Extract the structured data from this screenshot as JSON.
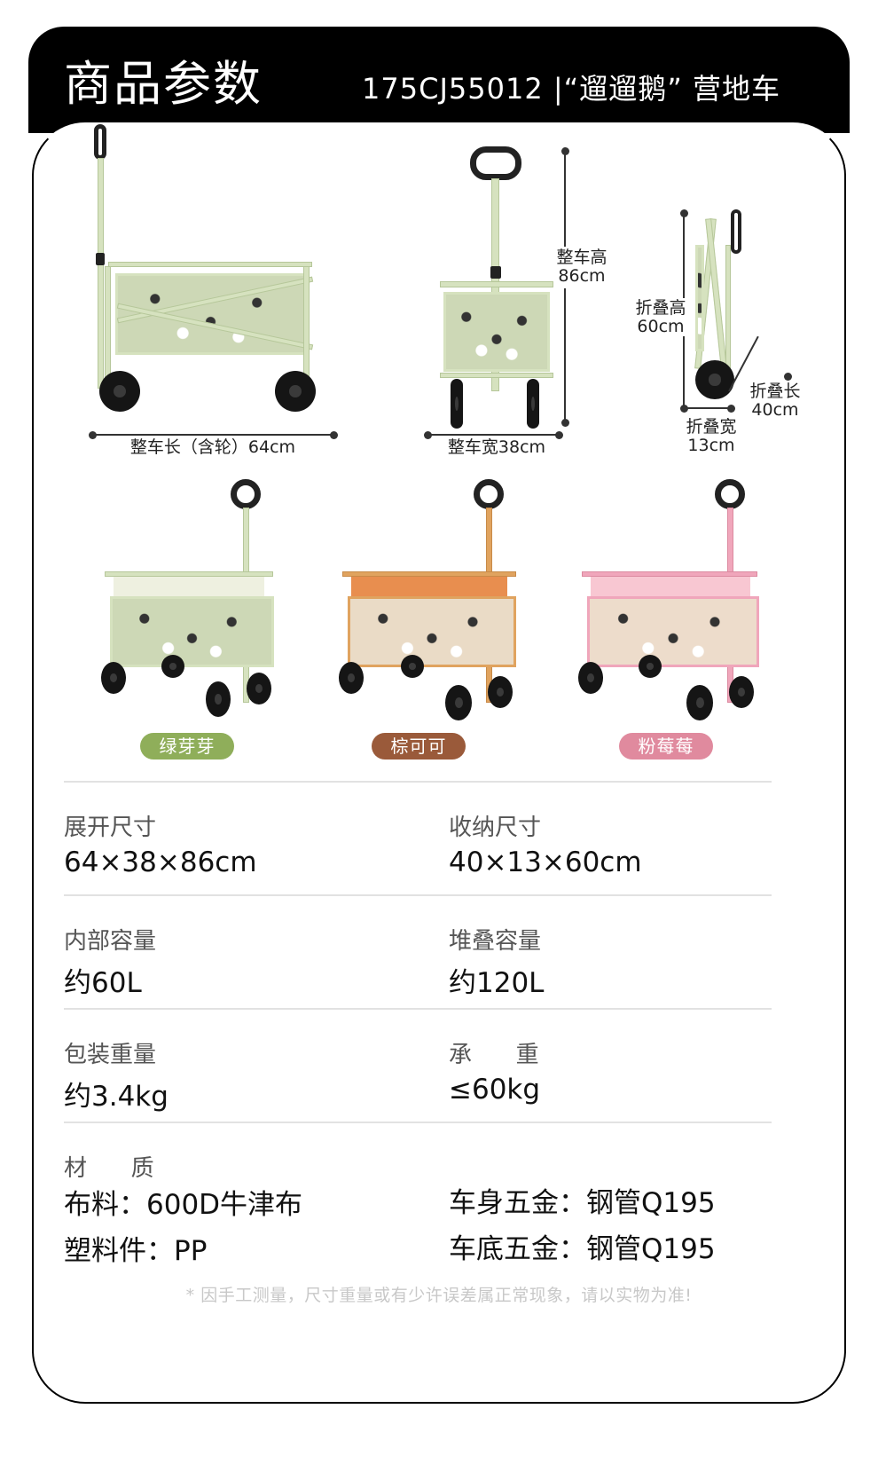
{
  "header": {
    "title": "商品参数",
    "subtitle": "175CJ55012 |“遛遛鹅” 营地车"
  },
  "dimensions": {
    "side_view": {
      "length_label": "整车长（含轮）64cm"
    },
    "front_view": {
      "height_label_1": "整车高",
      "height_label_2": "86cm",
      "width_label": "整车宽38cm"
    },
    "folded_view": {
      "height_label_1": "折叠高",
      "height_label_2": "60cm",
      "length_label_1": "折叠长",
      "length_label_2": "40cm",
      "width_label_1": "折叠宽",
      "width_label_2": "13cm"
    }
  },
  "colors": [
    {
      "name": "绿芽芽",
      "pill_color": "#8fae5a",
      "frame_color": "#d6e2bf",
      "fabric_color": "#cdd8b6",
      "liner_color": "#eef0e0"
    },
    {
      "name": "棕可可",
      "pill_color": "#9a5a3a",
      "frame_color": "#e0a35f",
      "fabric_color": "#eadbc6",
      "liner_color": "#e88e4f"
    },
    {
      "name": "粉莓莓",
      "pill_color": "#e08a9e",
      "frame_color": "#f0a6bb",
      "fabric_color": "#eddccb",
      "liner_color": "#f8c7d2"
    }
  ],
  "specs": {
    "rows": [
      [
        {
          "label": "展开尺寸",
          "value": "64×38×86cm"
        },
        {
          "label": "收纳尺寸",
          "value": "40×13×60cm"
        }
      ],
      [
        {
          "label": "内部容量",
          "value": "约60L"
        },
        {
          "label": "堆叠容量",
          "value": "约120L"
        }
      ],
      [
        {
          "label": "包装重量",
          "value": "约3.4kg"
        },
        {
          "label": "承      重",
          "value": "≤60kg"
        }
      ]
    ],
    "material": {
      "label": "材      质",
      "fabric": "布料：600D牛津布",
      "plastic": "塑料件：PP",
      "body_hardware": "车身五金：钢管Q195",
      "base_hardware": "车底五金：钢管Q195"
    }
  },
  "disclaimer": "* 因手工测量，尺寸重量或有少许误差属正常现象，请以实物为准!"
}
